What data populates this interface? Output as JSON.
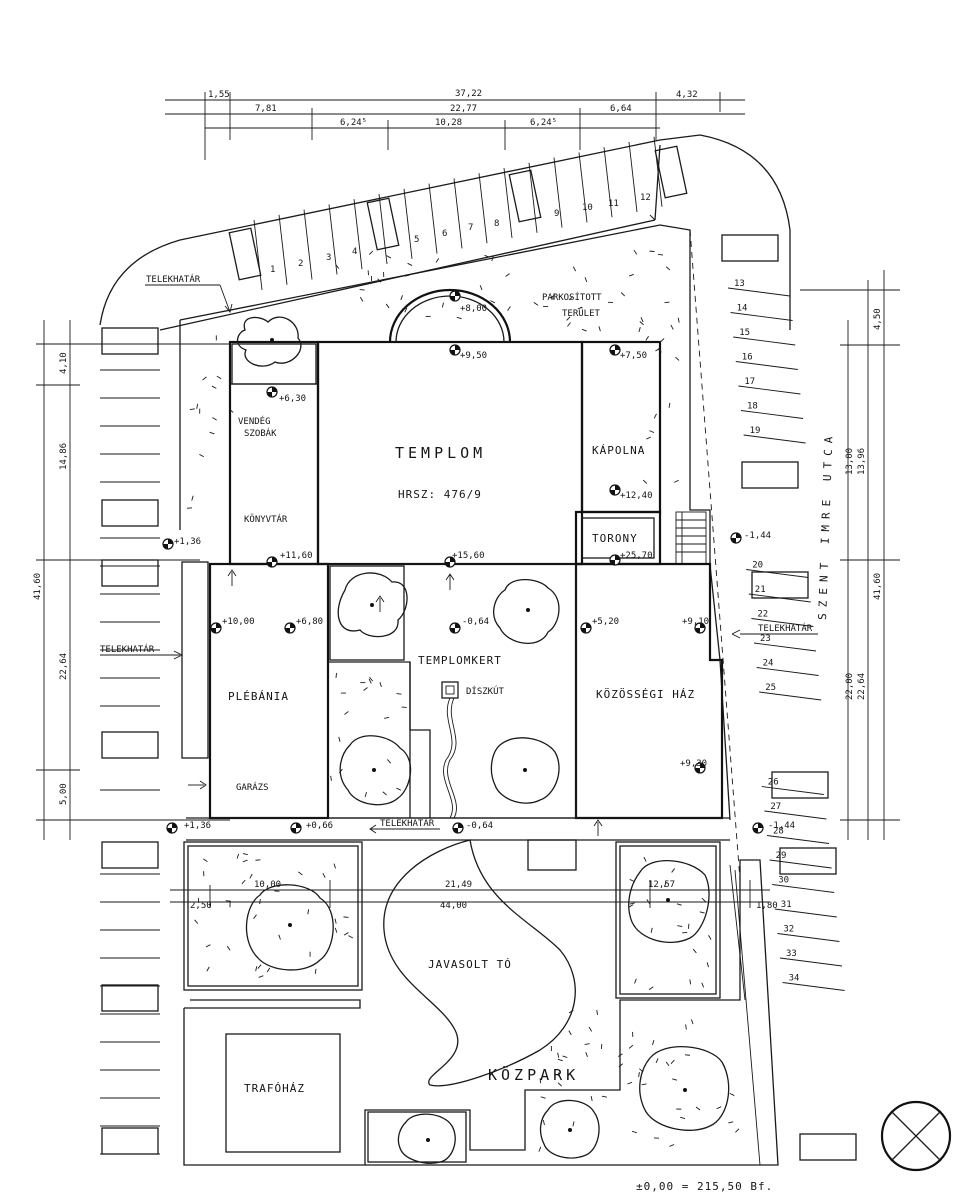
{
  "rooms": {
    "templom": "TEMPLOM",
    "hrsz": "HRSZ: 476/9",
    "kapolna": "KÁPOLNA",
    "torony": "TORONY",
    "vendeg1": "VENDÉG",
    "vendeg2": "SZOBÁK",
    "konyvtar": "KÖNYVTÁR",
    "plebania": "PLÉBÁNIA",
    "garazs": "GARÁZS",
    "templomkert": "TEMPLOMKERT",
    "diszkut": "DÍSZKÚT",
    "kozossegi": "KÖZÖSSÉGI HÁZ",
    "parkositott1": "PARKOSÍTOTT",
    "parkositott2": "TERÜLET",
    "javasolt": "JAVASOLT TÓ",
    "kozpark": "KÖZPARK",
    "trafohaz": "TRAFÓHÁZ"
  },
  "street": "SZENT IMRE UTCA",
  "telekhatar": "TELEKHATÁR",
  "datum": "±0,00 = 215,50 Bf.",
  "levels": {
    "l800": "+8,00",
    "l950": "+9,50",
    "l750": "+7,50",
    "l630": "+6,30",
    "l1240": "+12,40",
    "l2570": "+25,70",
    "l136a": "+1,36",
    "l1160": "+11,60",
    "l1560": "+15,60",
    "l1000": "+10,00",
    "l680": "+6,80",
    "l064a": "-0,64",
    "l520": "+5,20",
    "l910": "+9,10",
    "l930": "+9,30",
    "l144a": "-1,44",
    "l136b": "+1,36",
    "l066": "+0,66",
    "l064b": "-0,64",
    "l144b": "-1,44"
  },
  "dims": {
    "top_total": "37,22",
    "top_155": "1,55",
    "top_432": "4,32",
    "top_781": "7,81",
    "top_2277": "22,77",
    "top_664": "6,64",
    "top_6245a": "6,24⁵",
    "top_1028": "10,28",
    "top_6245b": "6,24⁵",
    "left_total": "41,60",
    "left_410": "4,10",
    "left_1486": "14,86",
    "left_2264": "22,64",
    "left_500": "5,00",
    "right_450": "4,50",
    "right_1300": "13,00",
    "right_1396": "13,96",
    "right_4160": "41,60",
    "right_2200": "22,00",
    "right_2264": "22,64",
    "mid_1000": "10,00",
    "mid_250": "2,50",
    "mid_2149": "21,49",
    "mid_4400": "44,00",
    "mid_1257": "12,57",
    "mid_180": "1,80"
  },
  "parking_top": [
    "1",
    "2",
    "3",
    "4",
    "5",
    "6",
    "7",
    "8",
    "9",
    "10",
    "11",
    "12"
  ],
  "parking_right": [
    "13",
    "14",
    "15",
    "16",
    "17",
    "18",
    "19",
    "20",
    "21",
    "22",
    "23",
    "24",
    "25",
    "26",
    "27",
    "28",
    "29",
    "30",
    "31",
    "32",
    "33",
    "34"
  ]
}
